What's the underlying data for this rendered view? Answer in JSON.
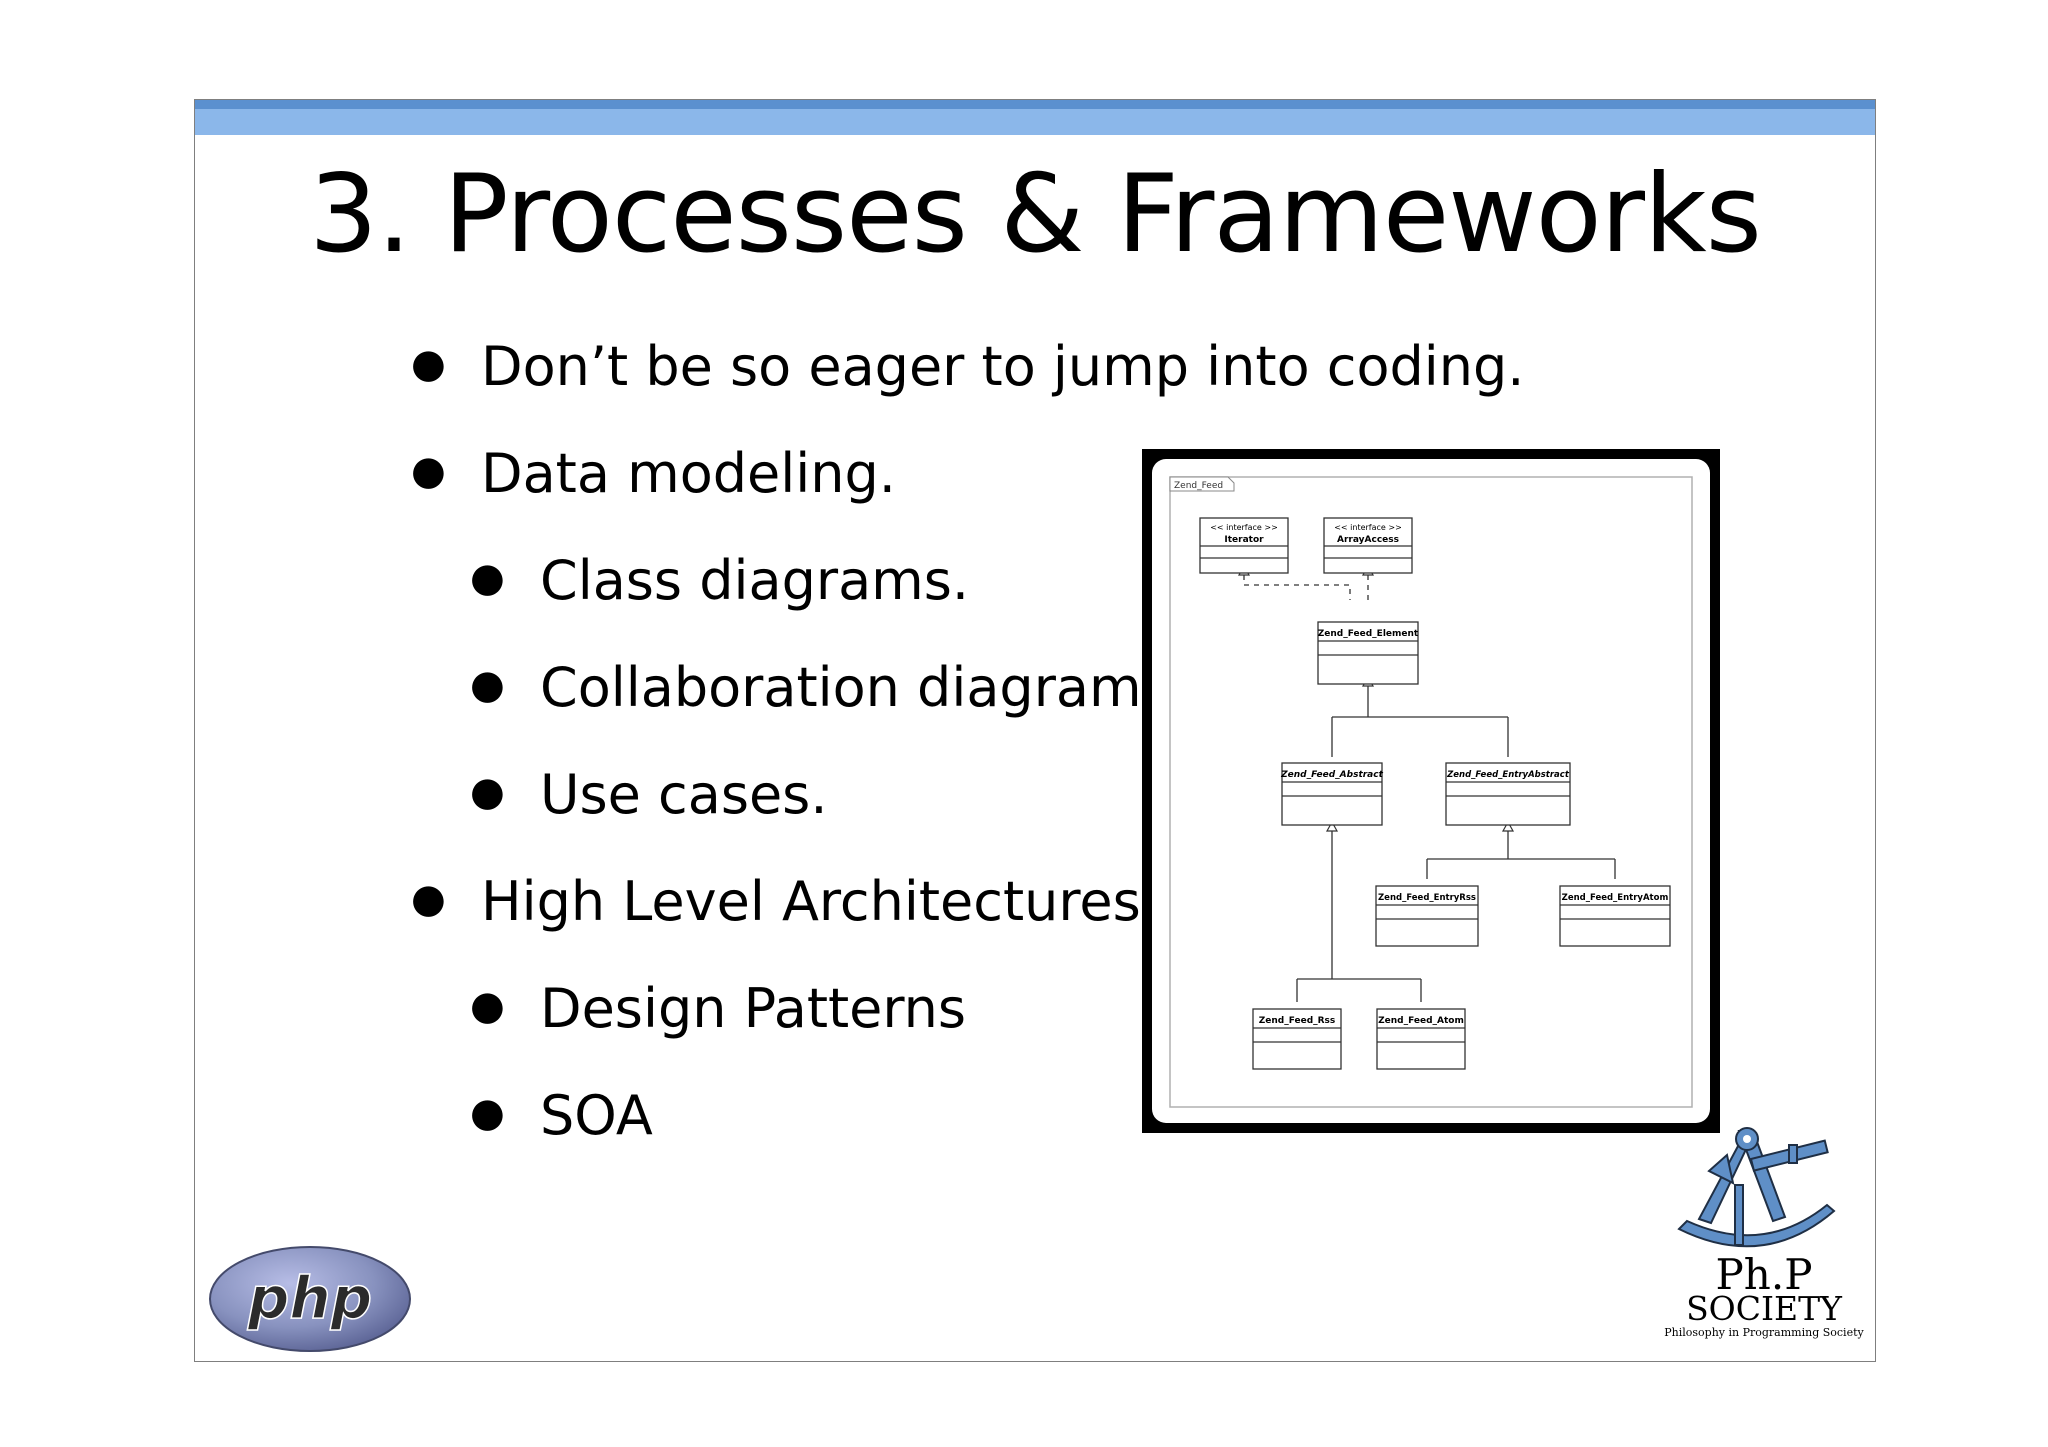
{
  "slide": {
    "title": "3. Processes & Frameworks",
    "bullets": [
      {
        "text": "Don’t be so eager to jump into coding."
      },
      {
        "text": "Data modeling."
      },
      {
        "text": "Class diagrams."
      },
      {
        "text": "Collaboration diagram."
      },
      {
        "text": "Use cases."
      },
      {
        "text": "High Level Architectures"
      },
      {
        "text": "Design Patterns"
      },
      {
        "text": "SOA"
      }
    ]
  },
  "diagram": {
    "package": "Zend_Feed",
    "stereotype": "<< interface >>",
    "classes": {
      "iterator": "Iterator",
      "array_access": "ArrayAccess",
      "element": "Zend_Feed_Element",
      "abstract": "Zend_Feed_Abstract",
      "entry_abstract": "Zend_Feed_EntryAbstract",
      "entry_rss": "Zend_Feed_EntryRss",
      "entry_atom": "Zend_Feed_EntryAtom",
      "rss": "Zend_Feed_Rss",
      "atom": "Zend_Feed_Atom"
    }
  },
  "logos": {
    "php": "php",
    "society_name": "Ph.P",
    "society_sub": "SOCIETY",
    "society_tagline": "Philosophy in Programming Society"
  },
  "colors": {
    "accent_bar": "#8bb7ea",
    "accent_bar_dark": "#5b90cf",
    "php_logo": "#8892bf",
    "society_logo": "#5f8fc7"
  }
}
